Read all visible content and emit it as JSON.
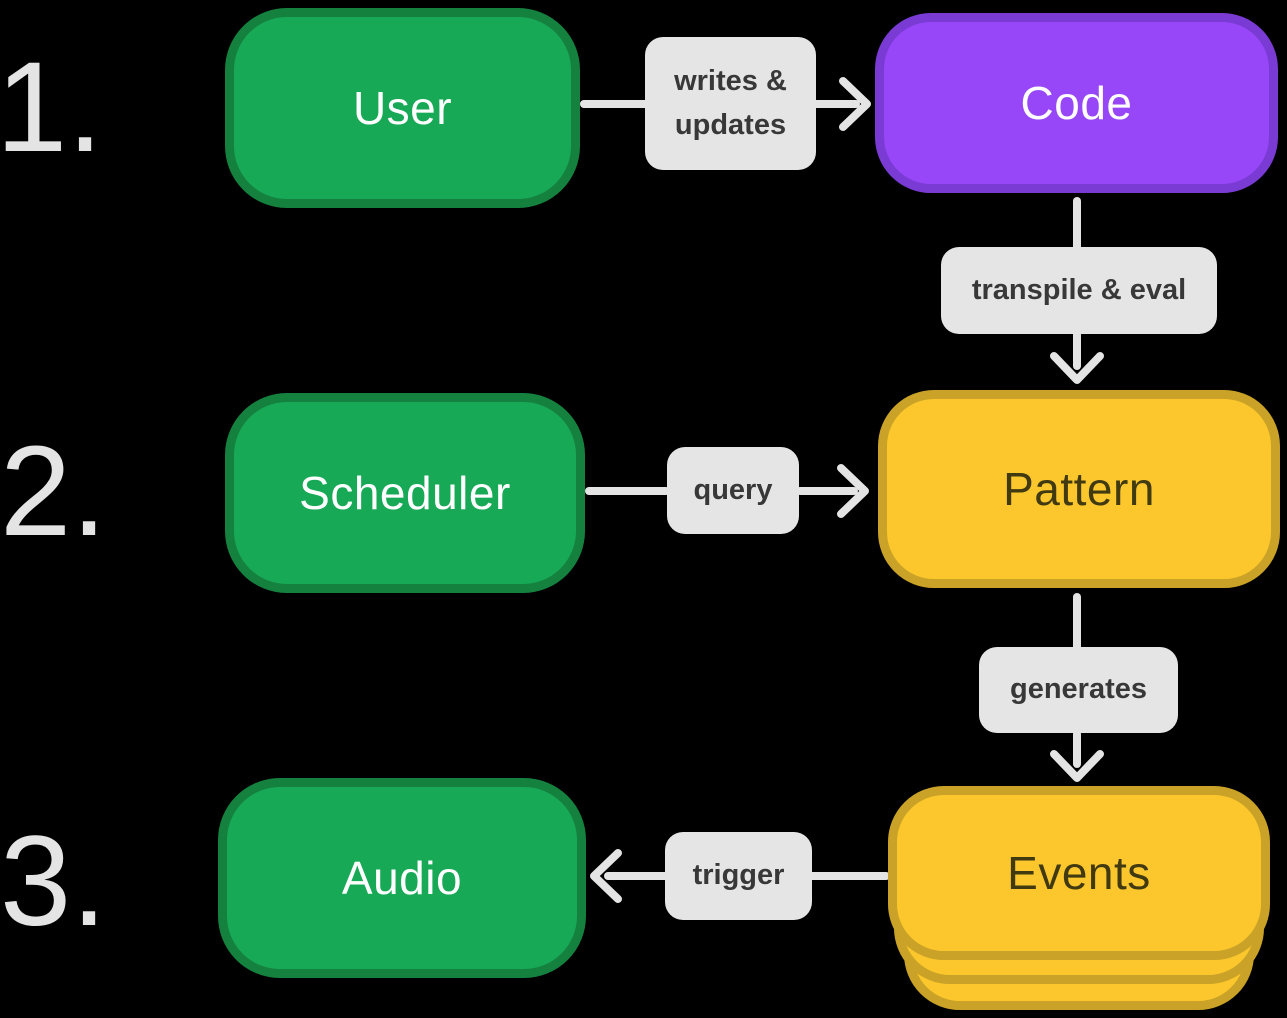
{
  "steps": {
    "one": "1.",
    "two": "2.",
    "three": "3."
  },
  "nodes": {
    "user": {
      "label": "User"
    },
    "code": {
      "label": "Code"
    },
    "scheduler": {
      "label": "Scheduler"
    },
    "pattern": {
      "label": "Pattern"
    },
    "audio": {
      "label": "Audio"
    },
    "events": {
      "label": "Events"
    }
  },
  "edges": {
    "writes_updates": {
      "line1": "writes &",
      "line2": "updates"
    },
    "transpile_eval": {
      "label": "transpile & eval"
    },
    "query": {
      "label": "query"
    },
    "generates": {
      "label": "generates"
    },
    "trigger": {
      "label": "trigger"
    }
  },
  "colors": {
    "background": "#000000",
    "green-fill": "#18a957",
    "green-border": "#15813f",
    "purple-fill": "#9747f7",
    "purple-border": "#7a3bd4",
    "yellow-fill": "#fcc72c",
    "yellow-border": "#c9a227",
    "node-text-light": "#ffffff",
    "node-text-dark": "#413a10",
    "label-bg": "#e5e5e5",
    "label-text": "#383838",
    "arrow": "#e4e4e4",
    "step-number": "#e4e4e4"
  }
}
